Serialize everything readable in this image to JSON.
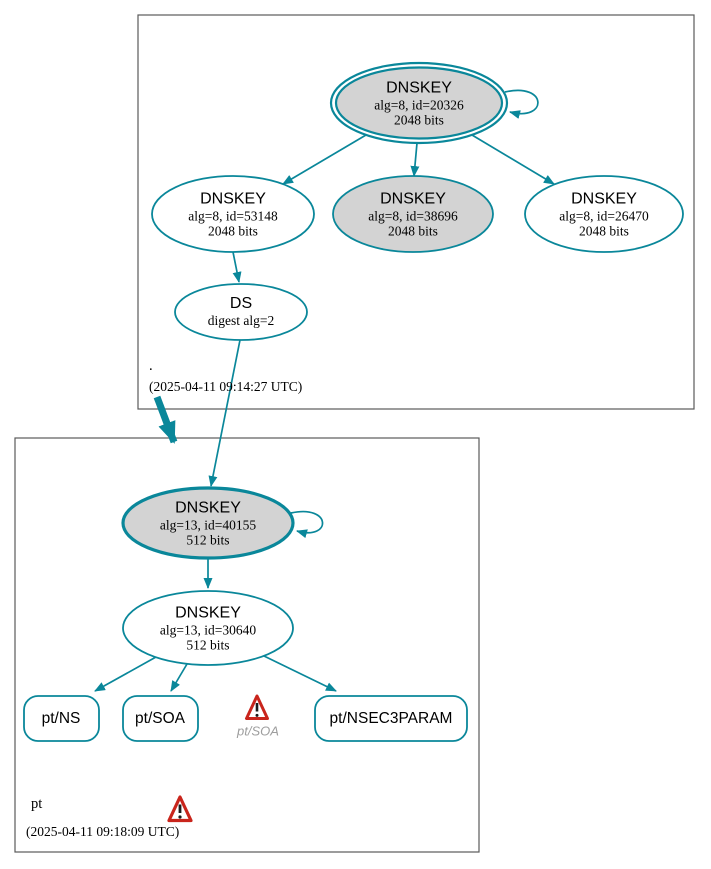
{
  "colors": {
    "secure_teal": "#0a879a",
    "ksk_fill_gray": "#d3d3d3",
    "warning_red": "#c9251c",
    "missing_text_gray": "#9e9e9e",
    "cluster_border": "#5a5a5a"
  },
  "root_zone": {
    "label": ".",
    "timestamp": "(2025-04-11 09:14:27 UTC)",
    "ksk": {
      "title": "DNSKEY",
      "meta": "alg=8, id=20326",
      "size": "2048 bits"
    },
    "zsk_left": {
      "title": "DNSKEY",
      "meta": "alg=8, id=53148",
      "size": "2048 bits"
    },
    "zsk_mid": {
      "title": "DNSKEY",
      "meta": "alg=8, id=38696",
      "size": "2048 bits"
    },
    "zsk_right": {
      "title": "DNSKEY",
      "meta": "alg=8, id=26470",
      "size": "2048 bits"
    },
    "ds": {
      "title": "DS",
      "meta": "digest alg=2"
    }
  },
  "pt_zone": {
    "label": "pt",
    "timestamp": "(2025-04-11 09:18:09 UTC)",
    "ksk": {
      "title": "DNSKEY",
      "meta": "alg=13, id=40155",
      "size": "512 bits"
    },
    "zsk": {
      "title": "DNSKEY",
      "meta": "alg=13, id=30640",
      "size": "512 bits"
    },
    "rrset_ns": "pt/NS",
    "rrset_soa": "pt/SOA",
    "rrset_soa_warning": "pt/SOA",
    "rrset_nsec3param": "pt/NSEC3PARAM"
  }
}
